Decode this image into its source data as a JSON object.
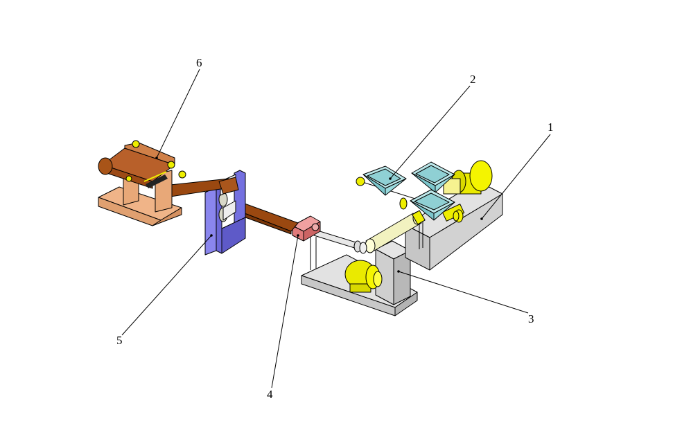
{
  "diagram": {
    "labels": [
      {
        "id": "1",
        "text": "1"
      },
      {
        "id": "2",
        "text": "2"
      },
      {
        "id": "3",
        "text": "3"
      },
      {
        "id": "4",
        "text": "4"
      },
      {
        "id": "5",
        "text": "5"
      },
      {
        "id": "6",
        "text": "6"
      }
    ],
    "colors": {
      "base_gray": "#d4d4d4",
      "motor_yellow": "#f2f000",
      "hopper_cyan": "#9fdde0",
      "die_pink": "#e58a8a",
      "belt_brown": "#9c4a10",
      "roller_frame_blue": "#7b78e6",
      "cutter_tan": "#e8a878",
      "barrel_cream": "#f0f0b8"
    }
  }
}
